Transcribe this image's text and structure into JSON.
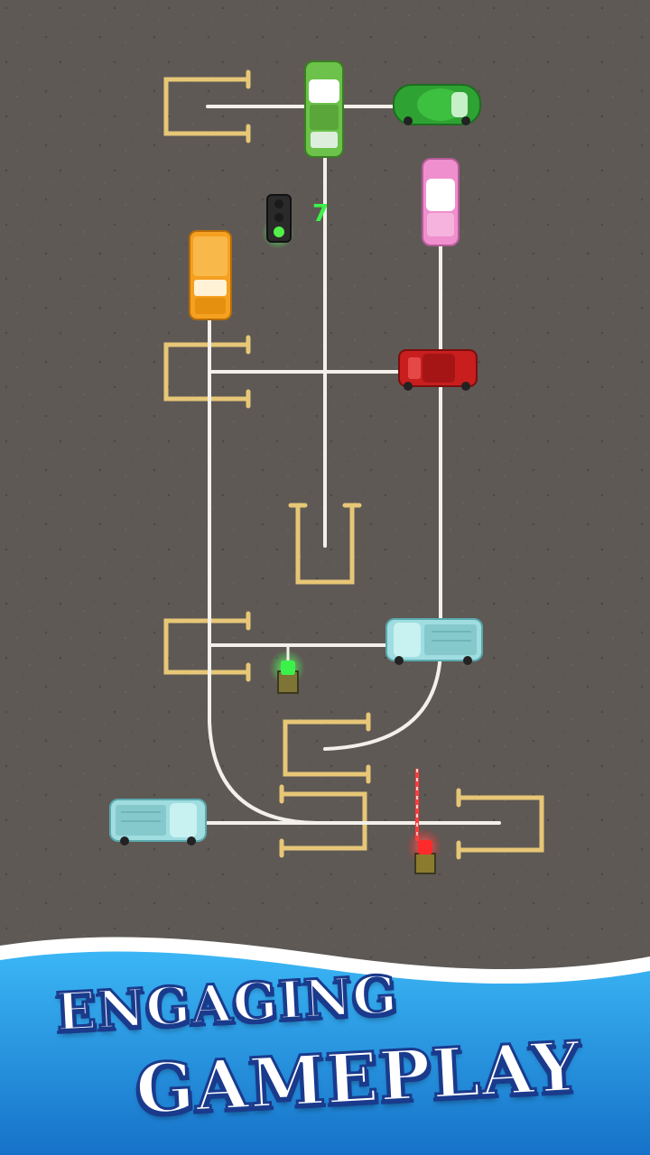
{
  "banner": {
    "line1": "ENGAGING",
    "line2": "GAMEPLAY"
  },
  "hud": {
    "moves_remaining": "7"
  },
  "colors": {
    "asphalt": "#5e5955",
    "path": "#f3f0ea",
    "parking_marking": "#e7c777",
    "banner_blue": "#1e8fdc",
    "banner_dark": "#1a3a8c",
    "counter_green": "#3cf24a"
  },
  "vehicles": [
    {
      "id": "green-top-car",
      "color": "#6cc24a",
      "kind": "sedan"
    },
    {
      "id": "green-beetle",
      "color": "#2ea333",
      "kind": "beetle"
    },
    {
      "id": "pink-car",
      "color": "#ef8fcd",
      "kind": "sedan"
    },
    {
      "id": "orange-car",
      "color": "#f5a020",
      "kind": "wagon"
    },
    {
      "id": "red-classic-car",
      "color": "#c81e1e",
      "kind": "classic"
    },
    {
      "id": "cyan-truck-right",
      "color": "#9fdde0",
      "kind": "pickup"
    },
    {
      "id": "cyan-truck-left",
      "color": "#9fdde0",
      "kind": "pickup"
    }
  ],
  "signals": [
    {
      "id": "traffic-light",
      "state": "green"
    },
    {
      "id": "green-barrier-light",
      "state": "green"
    },
    {
      "id": "red-barrier-light",
      "state": "red"
    }
  ]
}
